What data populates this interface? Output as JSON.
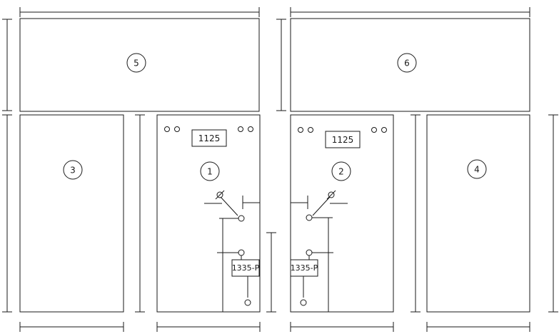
{
  "panels": {
    "p1": {
      "number": "1",
      "top_label": "1125",
      "bottom_label": "1335-P"
    },
    "p2": {
      "number": "2",
      "top_label": "1125",
      "bottom_label": "1335-P"
    },
    "p3": {
      "number": "3"
    },
    "p4": {
      "number": "4"
    },
    "p5": {
      "number": "5"
    },
    "p6": {
      "number": "6"
    }
  },
  "colors": {
    "line": "#1a1a1a",
    "background": "#ffffff"
  }
}
